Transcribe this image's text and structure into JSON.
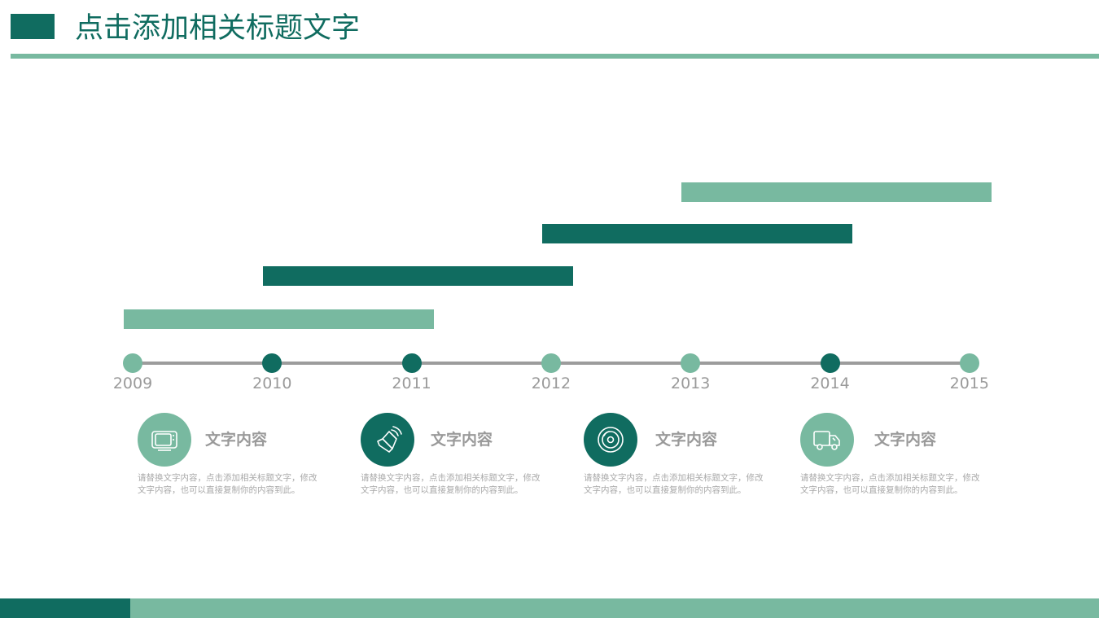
{
  "colors": {
    "dark": "#106c60",
    "light": "#78b9a0",
    "line": "#9c9c9c",
    "text_gray": "#9a9a9a"
  },
  "header": {
    "title": "点击添加相关标题文字"
  },
  "timeline": {
    "years": [
      "2009",
      "2010",
      "2011",
      "2012",
      "2013",
      "2014",
      "2015"
    ],
    "dot_styles": [
      "light",
      "dark",
      "dark",
      "light",
      "light",
      "dark",
      "light"
    ],
    "bars": [
      {
        "start": 2009.0,
        "end": 2011.1,
        "style": "light"
      },
      {
        "start": 2010.0,
        "end": 2012.1,
        "style": "dark"
      },
      {
        "start": 2012.0,
        "end": 2014.1,
        "style": "dark"
      },
      {
        "start": 2013.0,
        "end": 2015.1,
        "style": "light"
      }
    ]
  },
  "cards": [
    {
      "icon": "tv-icon",
      "style": "light",
      "title": "文字内容",
      "desc": "请替换文字内容，点击添加相关标题文字，修改文字内容，也可以直接复制你的内容到此。"
    },
    {
      "icon": "speaker-icon",
      "style": "dark",
      "title": "文字内容",
      "desc": "请替换文字内容，点击添加相关标题文字，修改文字内容，也可以直接复制你的内容到此。"
    },
    {
      "icon": "disc-icon",
      "style": "dark",
      "title": "文字内容",
      "desc": "请替换文字内容，点击添加相关标题文字，修改文字内容，也可以直接复制你的内容到此。"
    },
    {
      "icon": "truck-icon",
      "style": "light",
      "title": "文字内容",
      "desc": "请替换文字内容，点击添加相关标题文字，修改文字内容，也可以直接复制你的内容到此。"
    }
  ]
}
